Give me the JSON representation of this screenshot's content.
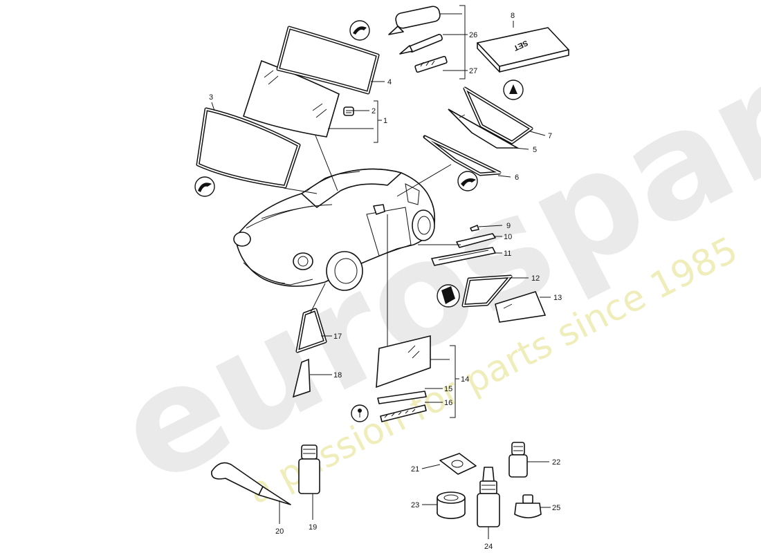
{
  "watermark": {
    "brand": "eurospares",
    "tagline": "a passion for parts since 1985"
  },
  "set_label": "SET",
  "callouts": [
    "1",
    "2",
    "3",
    "4",
    "5",
    "6",
    "7",
    "8",
    "9",
    "10",
    "11",
    "12",
    "13",
    "14",
    "15",
    "16",
    "17",
    "18",
    "19",
    "20",
    "21",
    "22",
    "23",
    "24",
    "25",
    "26",
    "27"
  ]
}
